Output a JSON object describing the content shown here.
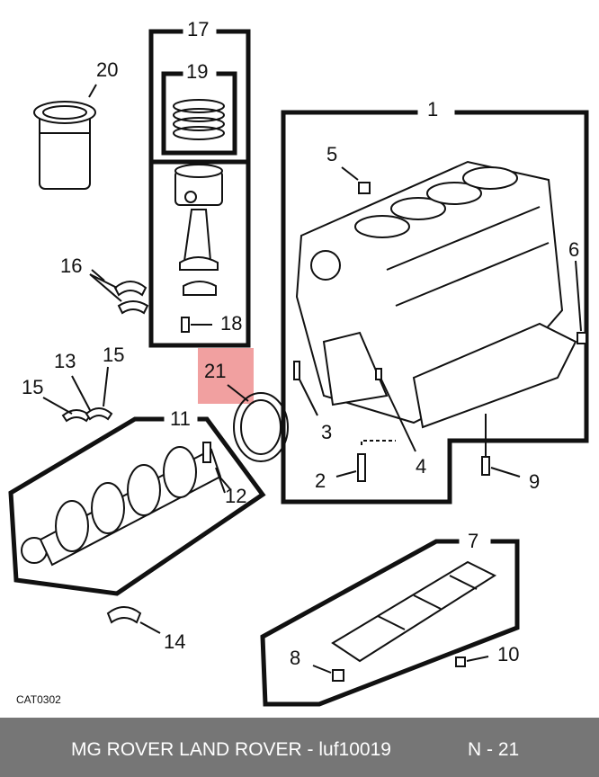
{
  "diagram": {
    "catalog_code": "CAT0302",
    "highlighted_part": "21",
    "callouts": [
      "1",
      "2",
      "3",
      "4",
      "5",
      "6",
      "7",
      "8",
      "9",
      "10",
      "11",
      "12",
      "13",
      "14",
      "15",
      "15",
      "16",
      "17",
      "18",
      "19",
      "20",
      "21"
    ]
  },
  "footer": {
    "reference": "MG ROVER LAND ROVER - luf10019",
    "page": "N - 21"
  },
  "colors": {
    "highlight": "#ef8f8f",
    "footer_bg": "#767676",
    "footer_text": "#ffffff"
  }
}
